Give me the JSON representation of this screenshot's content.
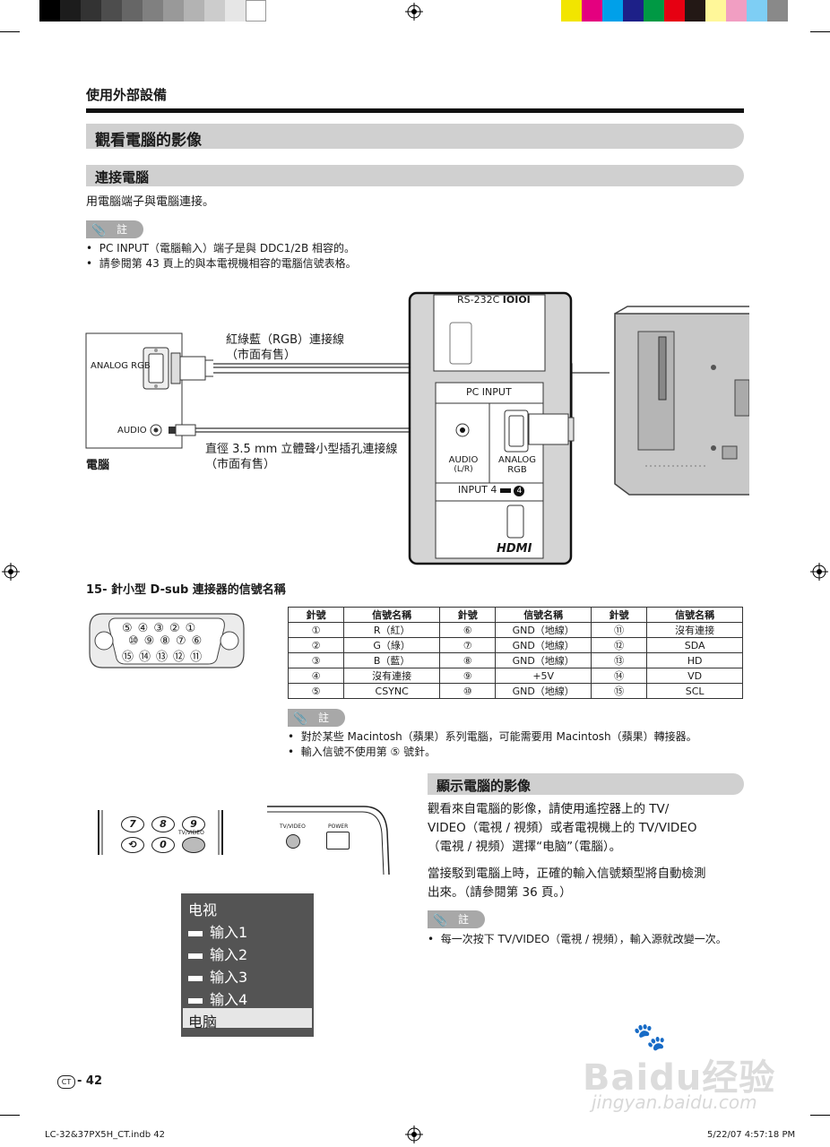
{
  "header": {
    "gray_swatches": [
      "#000000",
      "#1c1c1c",
      "#333333",
      "#4d4d4d",
      "#666666",
      "#808080",
      "#999999",
      "#b3b3b3",
      "#cccccc",
      "#e6e6e6",
      "#ffffff"
    ],
    "color_swatches": [
      "#f2e500",
      "#e4007f",
      "#00a0e9",
      "#1d2088",
      "#009944",
      "#e60012",
      "#231815",
      "#fff799",
      "#f19ec2",
      "#7ecef4",
      "#898989"
    ]
  },
  "page": {
    "chapter": "使用外部設備",
    "section_title": "觀看電腦的影像",
    "subsection_connect": "連接電腦",
    "intro": "用電腦端子與電腦連接。",
    "note_label": "註",
    "notes_top": [
      "PC INPUT（電腦輸入）端子是與 DDC1/2B 相容的。",
      "請參閱第 43 頁上的與本電視機相容的電腦信號表格。"
    ]
  },
  "diagram": {
    "pc_analog_rgb": "ANALOG RGB",
    "pc_audio": "AUDIO",
    "pc_label": "電腦",
    "rgb_cable": "紅綠藍（RGB）連接線",
    "rgb_cable_sub": "（市面有售）",
    "mini_cable": "直徑 3.5 mm 立體聲小型插孔連接線",
    "mini_cable_sub": "（市面有售）",
    "rs232c": "RS-232C",
    "rs232c_symbol": "IOIOI",
    "pc_input": "PC INPUT",
    "audio_lr_1": "AUDIO",
    "audio_lr_2": "(L/R)",
    "analog_rgb_1": "ANALOG",
    "analog_rgb_2": "RGB",
    "input4": "INPUT 4",
    "input4_num": "4",
    "hdmi": "HDMI"
  },
  "dsub": {
    "title": "15- 針小型 D-sub 連接器的信號名稱",
    "row1": [
      "⑤",
      "④",
      "③",
      "②",
      "①"
    ],
    "row2": [
      "⑩",
      "⑨",
      "⑧",
      "⑦",
      "⑥"
    ],
    "row3": [
      "⑮",
      "⑭",
      "⑬",
      "⑫",
      "⑪"
    ]
  },
  "pin_table": {
    "headers": [
      "針號",
      "信號名稱",
      "針號",
      "信號名稱",
      "針號",
      "信號名稱"
    ],
    "rows": [
      [
        "①",
        "R（紅）",
        "⑥",
        "GND（地線）",
        "⑪",
        "沒有連接"
      ],
      [
        "②",
        "G（綠）",
        "⑦",
        "GND（地線）",
        "⑫",
        "SDA"
      ],
      [
        "③",
        "B（藍）",
        "⑧",
        "GND（地線）",
        "⑬",
        "HD"
      ],
      [
        "④",
        "沒有連接",
        "⑨",
        "+5V",
        "⑭",
        "VD"
      ],
      [
        "⑤",
        "CSYNC",
        "⑩",
        "GND（地線）",
        "⑮",
        "SCL"
      ]
    ]
  },
  "notes_mid": [
    "對於某些 Macintosh（蘋果）系列電腦，可能需要用 Macintosh（蘋果）轉接器。",
    "輸入信號不使用第 ⑤ 號針。"
  ],
  "display": {
    "subsection": "顯示電腦的影像",
    "para1_line1": "觀看來自電腦的影像，請使用遙控器上的 TV/",
    "para1_line2": "VIDEO（電視 / 視頻）或者電視機上的 TV/VIDEO",
    "para1_line3": "（電視 / 視頻）選擇“电脑”（電腦）。",
    "para2_line1": "當接駁到電腦上時，正確的輸入信號類型將自動檢測",
    "para2_line2": "出來。（請參閱第 36 頁。）",
    "note": "每一次按下 TV/VIDEO（電視 / 視頻），輸入源就改變一次。"
  },
  "remote": {
    "keys_row1": [
      "7",
      "8",
      "9"
    ],
    "keys_row2": [
      "⟲",
      "0"
    ],
    "tvvideo_key": "TV/VIDEO",
    "panel_tvvideo": "TV/VIDEO",
    "panel_power": "POWER"
  },
  "menu": {
    "items": [
      "电视",
      "输入1",
      "输入2",
      "输入3",
      "输入4",
      "电脑"
    ],
    "selected": "电脑"
  },
  "footer": {
    "lang_badge": "CT",
    "page_number": "42",
    "file": "LC-32&37PX5H_CT.indb   42",
    "timestamp": "5/22/07   4:57:18 PM",
    "watermark_main": "Baidu经验",
    "watermark_url": "jingyan.baidu.com"
  }
}
